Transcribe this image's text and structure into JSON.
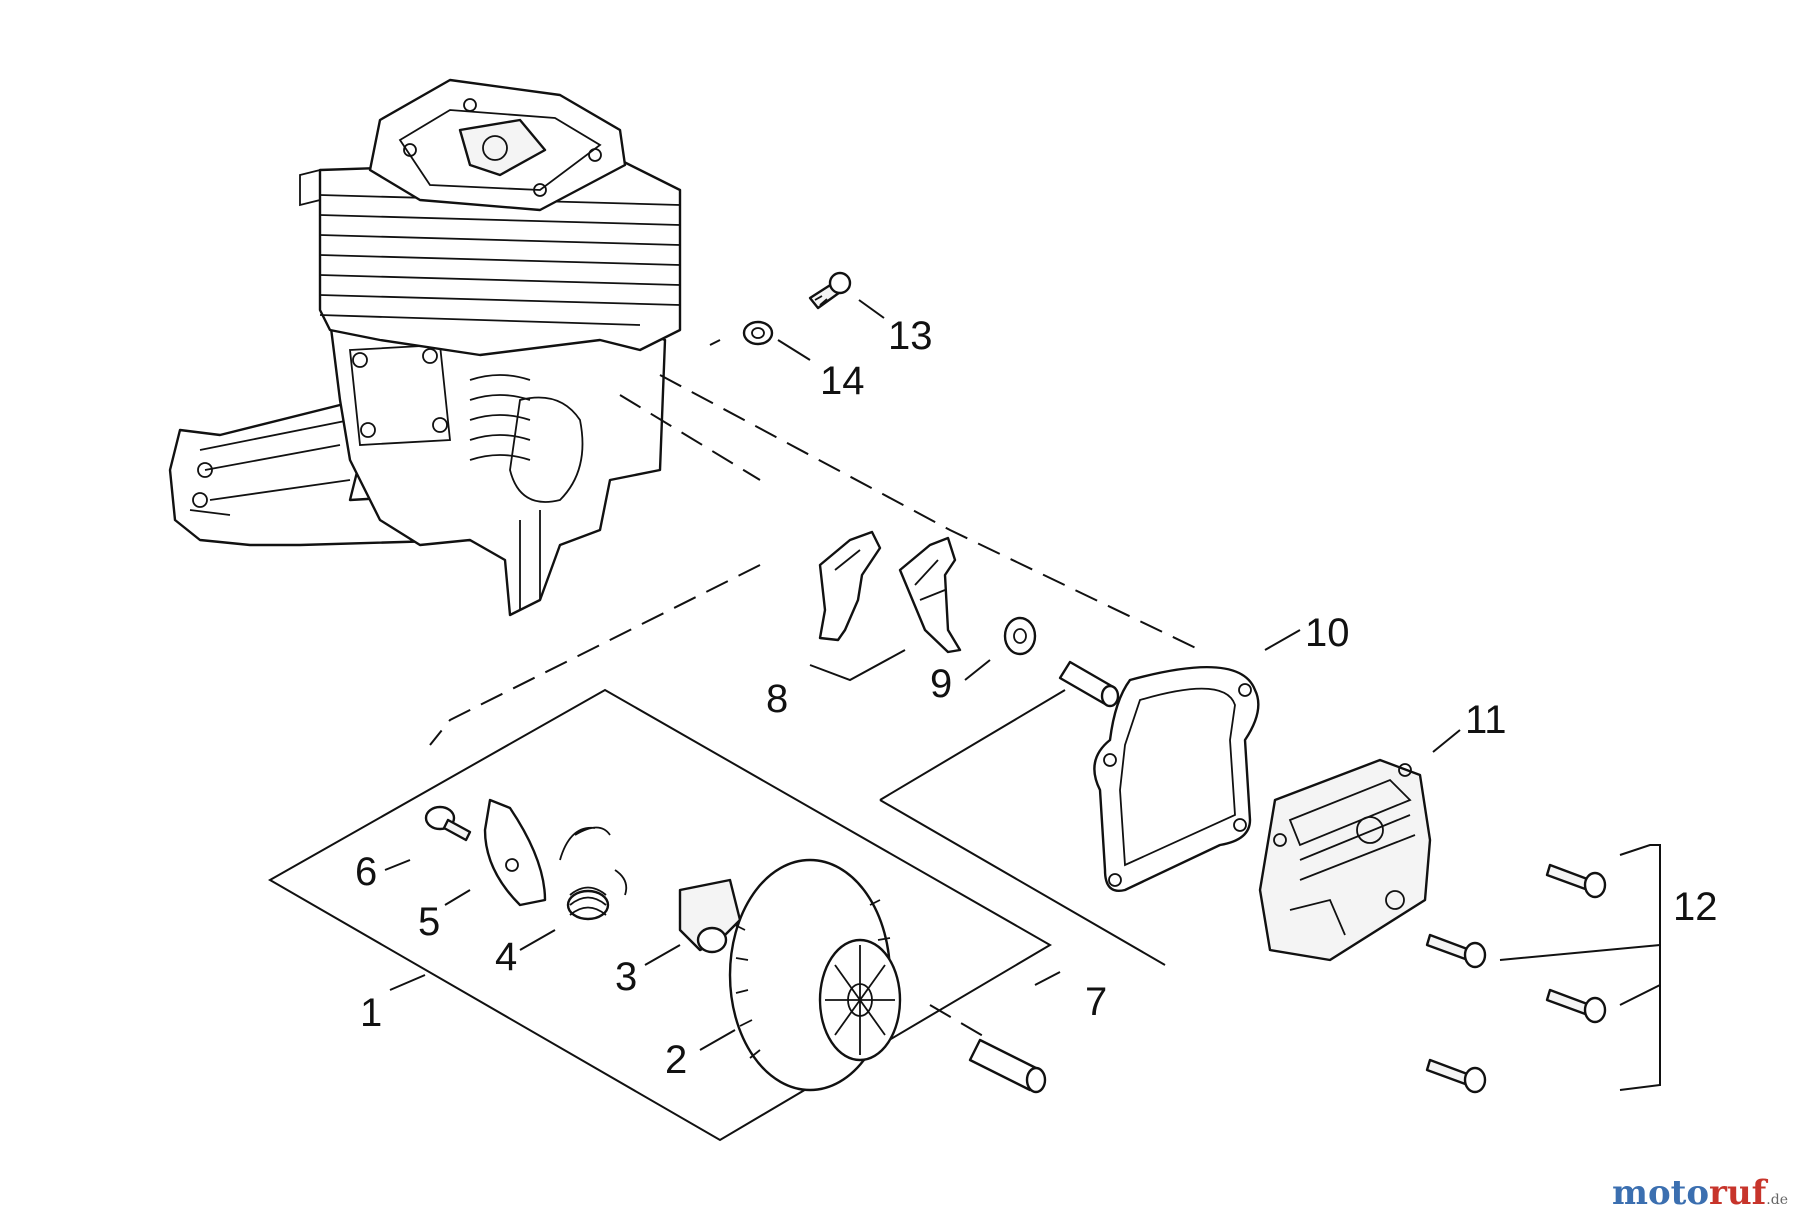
{
  "diagram": {
    "callouts": {
      "c1": "1",
      "c2": "2",
      "c3": "3",
      "c4": "4",
      "c5": "5",
      "c6": "6",
      "c7": "7",
      "c8": "8",
      "c9": "9",
      "c10": "10",
      "c11": "11",
      "c12": "12",
      "c13": "13",
      "c14": "14"
    }
  },
  "watermark": {
    "brand_a": "moto",
    "brand_b": "ruf",
    "tld": ".de"
  },
  "colors": {
    "line": "#111111",
    "background": "#ffffff",
    "watermark_blue": "#3b6fb0",
    "watermark_red": "#c7342b"
  }
}
